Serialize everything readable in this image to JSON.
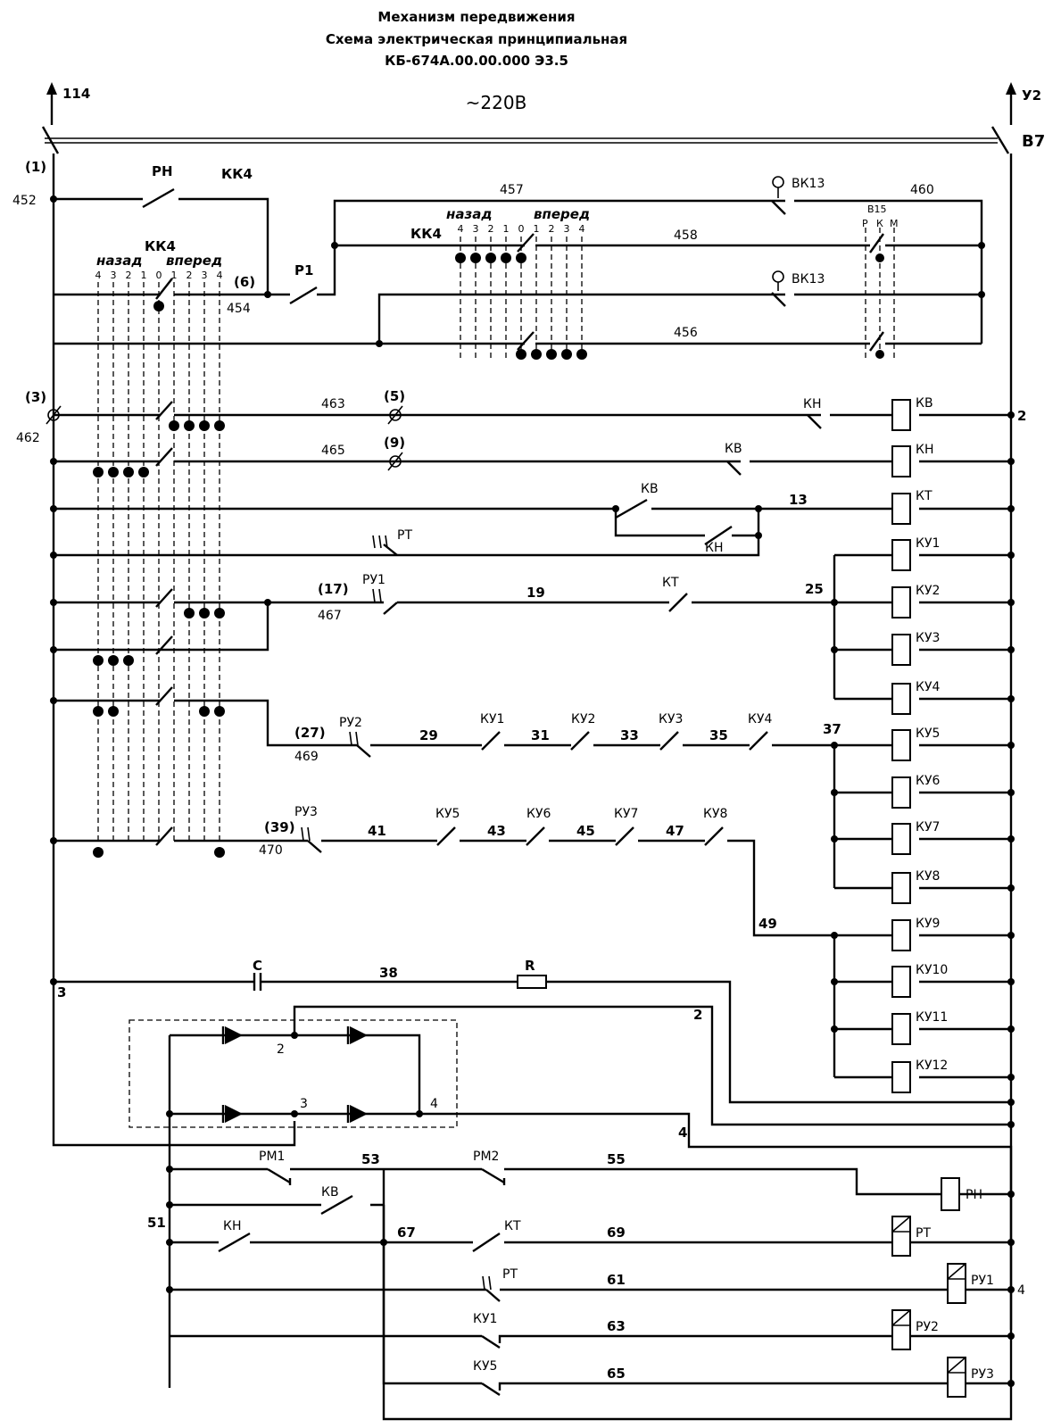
{
  "title": {
    "line1": "Механизм передвижения",
    "line2": "Схема электрическая принципиальная",
    "line3": "КБ-674А.00.00.000 Э3.5"
  },
  "supply": {
    "left_ref": "114",
    "right_ref": "У2",
    "voltage": "~220В",
    "switch": "В7"
  },
  "left_nodes": {
    "n1": "(1)",
    "n452": "452",
    "n3p": "(3)",
    "n462": "462",
    "n3": "3"
  },
  "contacts": {
    "rn": "РН",
    "kk4_top": "КК4",
    "p1": "Р1",
    "n6": "(6)",
    "n454": "454",
    "kk4_left": "КК4",
    "kk4_mid": "КК4",
    "vk13a": "ВК13",
    "vk13b": "ВК13",
    "b15": "В15",
    "b15_pos": [
      "Р",
      "К",
      "М"
    ]
  },
  "positions": {
    "back_word": "назад",
    "forward_word": "вперед",
    "back_nums": [
      "4",
      "3",
      "2",
      "1"
    ],
    "zero": "0",
    "fwd_nums": [
      "1",
      "2",
      "3",
      "4"
    ]
  },
  "wire_numbers": {
    "w457": "457",
    "w460": "460",
    "w458": "458",
    "w456": "456",
    "w463": "463",
    "w465": "465",
    "w467": "467",
    "w469": "469",
    "w470": "470",
    "w5": "(5)",
    "w9": "(9)",
    "w17": "(17)",
    "w27": "(27)",
    "w39": "(39)",
    "w13": "13",
    "w19": "19",
    "w25": "25",
    "w29": "29",
    "w31": "31",
    "w33": "33",
    "w35": "35",
    "w37": "37",
    "w41": "41",
    "w43": "43",
    "w45": "45",
    "w47": "47",
    "w49": "49",
    "w38": "38",
    "w2": "2",
    "w4": "4",
    "w51": "51",
    "w53": "53",
    "w55": "55",
    "w67": "67",
    "w69": "69",
    "w61": "61",
    "w63": "63",
    "w65": "65",
    "r2": "2",
    "r4": "4"
  },
  "row_contacts": {
    "kn1": "КН",
    "kv1": "КВ",
    "kv2": "КВ",
    "kn2": "КН",
    "rt1": "РТ",
    "ru1": "РУ1",
    "kt1": "КТ",
    "ru2": "РУ2",
    "ru3": "РУ3",
    "ku1": "КУ1",
    "ku2": "КУ2",
    "ku3": "КУ3",
    "ku4": "КУ4",
    "ku5": "КУ5",
    "ku6": "КУ6",
    "ku7": "КУ7",
    "ku8": "КУ8",
    "c": "С",
    "r": "R"
  },
  "coils": [
    "КВ",
    "КН",
    "КТ",
    "КУ1",
    "КУ2",
    "КУ3",
    "КУ4",
    "КУ5",
    "КУ6",
    "КУ7",
    "КУ8",
    "КУ9",
    "КУ10",
    "КУ11",
    "КУ12"
  ],
  "bridge": {
    "n2": "2",
    "n3": "3",
    "n4": "4"
  },
  "dc_section": {
    "rm1": "РМ1",
    "rm2": "РМ2",
    "kv": "КВ",
    "kn": "КН",
    "kt": "КТ",
    "rt": "РТ",
    "ku1": "КУ1",
    "ku5": "КУ5",
    "coil_rn": "РН",
    "coil_rt": "РТ",
    "coil_ru1": "РУ1",
    "coil_ru2": "РУ2",
    "coil_ru3": "РУ3"
  }
}
